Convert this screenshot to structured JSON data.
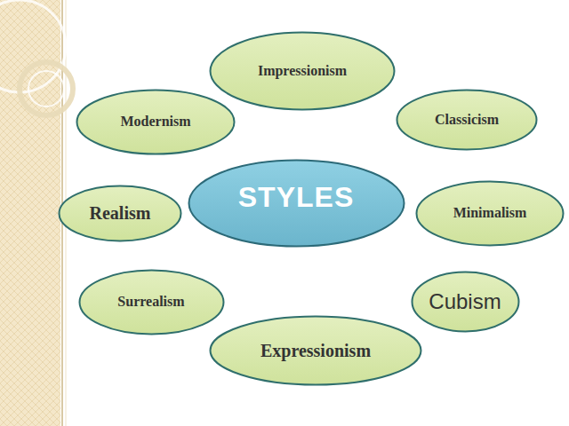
{
  "diagram": {
    "nodes": [
      {
        "text": [
          "Impressionism"
        ]
      },
      {
        "text": [
          "Modernism"
        ]
      },
      {
        "text": [
          "Classicism"
        ]
      },
      {
        "text": [
          "STYLES"
        ]
      },
      {
        "text": [
          "Realism"
        ]
      },
      {
        "text": [
          "Minimalism"
        ]
      },
      {
        "text": [
          "Surrealism"
        ]
      },
      {
        "text": [
          "Cubism"
        ]
      },
      {
        "text": [
          "Expressionism"
        ]
      }
    ]
  }
}
